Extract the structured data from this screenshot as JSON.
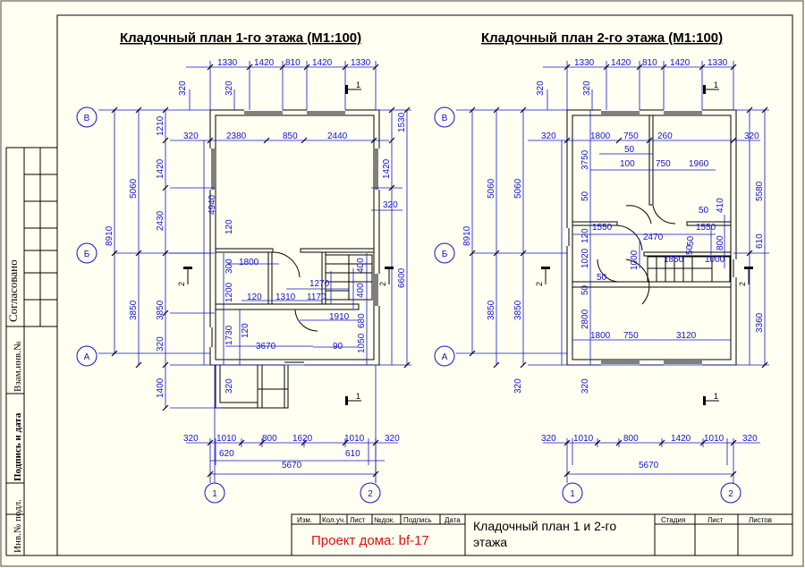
{
  "plan1": {
    "title": "Кладочный план 1-го этажа (М1:100)",
    "top_dims": [
      "1330",
      "1420",
      "810",
      "1420",
      "1330"
    ],
    "top_left_dims": [
      "320",
      "320"
    ],
    "inner_top_dims": [
      "320",
      "2380",
      "850",
      "2440"
    ],
    "right_dims": [
      "1530",
      "1420",
      "320",
      "6600",
      "1050",
      "680",
      "400",
      "400"
    ],
    "left_dims": [
      "1210",
      "1420",
      "2430",
      "5060",
      "8910",
      "3850",
      "3850",
      "320",
      "1400",
      "320"
    ],
    "inner_left_dims": [
      "4940",
      "120",
      "300",
      "1200",
      "1730",
      "120"
    ],
    "interior_dims": [
      "1800",
      "120",
      "1310",
      "1170",
      "1270",
      "1910",
      "3670",
      "90"
    ],
    "bottom_dims": [
      "320",
      "1010",
      "800",
      "1620",
      "1010",
      "320"
    ],
    "bottom_sub_dims": [
      "620",
      "610"
    ],
    "overall_dim": "5670",
    "section_labels": [
      "1",
      "2",
      "1",
      "2"
    ]
  },
  "plan2": {
    "title": "Кладочный план 2-го этажа (М1:100)",
    "top_dims": [
      "1330",
      "1420",
      "810",
      "1420",
      "1330"
    ],
    "top_left_dims": [
      "320",
      "320"
    ],
    "inner_top_dims": [
      "320",
      "1800",
      "750",
      "260",
      "320"
    ],
    "inner_dims": [
      "50",
      "100",
      "750",
      "1960",
      "410",
      "50",
      "1550",
      "1550",
      "2470",
      "50",
      "800",
      "1850",
      "1000",
      "1000",
      "50",
      "50",
      "1800",
      "750",
      "3120"
    ],
    "right_dims": [
      "5580",
      "610",
      "3360"
    ],
    "left_dims": [
      "5060",
      "5060",
      "8910",
      "3850",
      "3850",
      "320"
    ],
    "inner_left_dims": [
      "3750",
      "50",
      "120",
      "1020",
      "50",
      "2800",
      "320"
    ],
    "bottom_dims": [
      "320",
      "1010",
      "800",
      "1420",
      "1010",
      "320"
    ],
    "overall_dim": "5670",
    "section_labels": [
      "1",
      "2",
      "1",
      "2"
    ]
  },
  "axes": {
    "rows": [
      "В",
      "Б",
      "А"
    ],
    "cols": [
      "1",
      "2"
    ]
  },
  "side_stamp": {
    "approved": "Согласовано",
    "labels": [
      "Взам.инв.№",
      "Подпись и дата",
      "Инв.№ подл."
    ]
  },
  "title_block": {
    "columns": [
      "Изм.",
      "Кол.уч.",
      "Лист",
      "№док.",
      "Подпись",
      "Дата"
    ],
    "project": "Проект дома: bf-17",
    "sheet_title_line1": "Кладочный план 1 и 2-го",
    "sheet_title_line2": "этажа",
    "right_headers": [
      "Стадия",
      "Лист",
      "Листов"
    ]
  },
  "colors": {
    "dimension": "#1212cc",
    "line": "#000000",
    "project": "#e01010",
    "paper": "#fffff2"
  }
}
